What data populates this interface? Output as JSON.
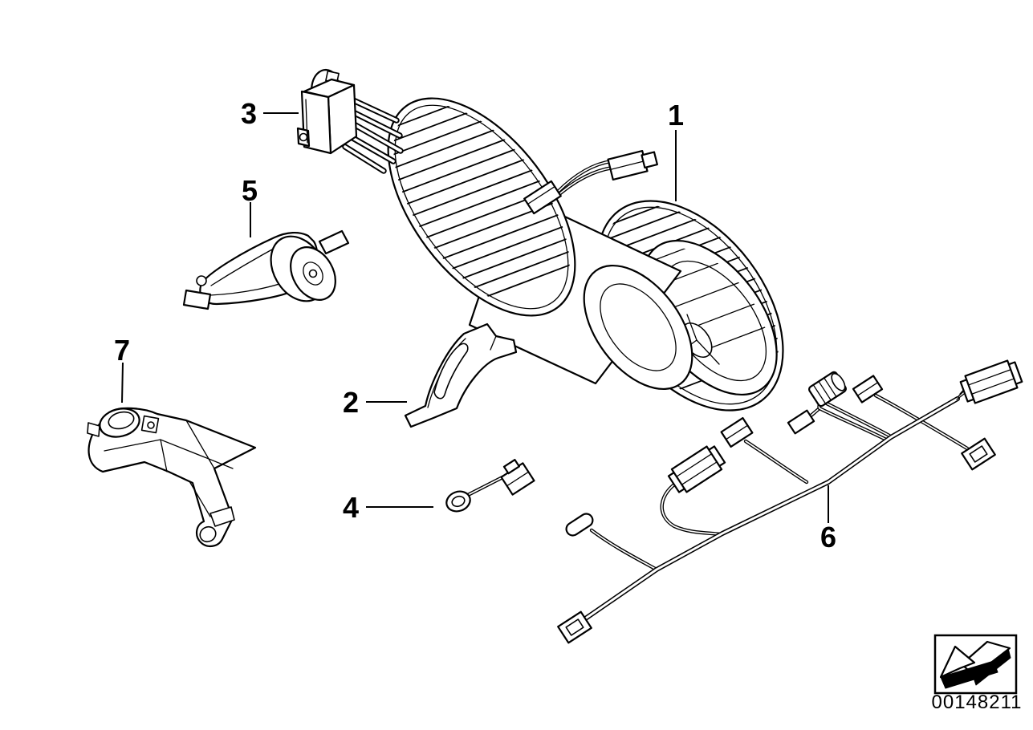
{
  "diagram": {
    "type": "exploded-parts-diagram",
    "colors": {
      "line": "#000000",
      "background": "#ffffff"
    },
    "callouts": [
      {
        "number": "1"
      },
      {
        "number": "2"
      },
      {
        "number": "3"
      },
      {
        "number": "4"
      },
      {
        "number": "5"
      },
      {
        "number": "6"
      },
      {
        "number": "7"
      }
    ],
    "stamp": {
      "code": "00148211"
    }
  }
}
